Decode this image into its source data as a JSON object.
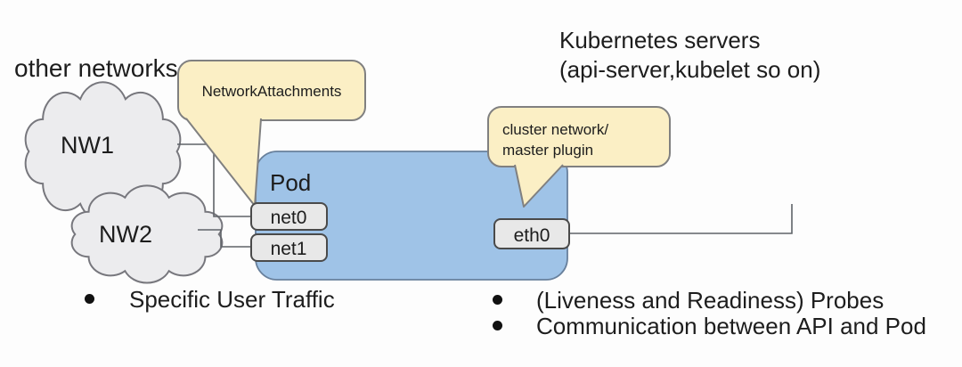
{
  "labels": {
    "other_networks": "other networks",
    "kubernetes_servers_line1": "Kubernetes servers",
    "kubernetes_servers_line2": "(api-server,kubelet so on)"
  },
  "clouds": {
    "nw1_label": "NW1",
    "nw2_label": "NW2"
  },
  "pod": {
    "title": "Pod",
    "interfaces": {
      "net0": "net0",
      "net1": "net1",
      "eth0": "eth0"
    }
  },
  "callouts": {
    "network_attachments": "NetworkAttachments",
    "cluster_network_line1": "cluster network/",
    "cluster_network_line2": "master plugin"
  },
  "bullets": {
    "left": [
      "Specific User Traffic"
    ],
    "right": [
      "(Liveness and Readiness) Probes",
      "Communication between API and Pod"
    ]
  },
  "colors": {
    "pod_fill": "#9fc3e7",
    "pod_stroke": "#68809c",
    "cloud_fill": "#ececee",
    "cloud_stroke": "#77777d",
    "callout_fill": "#fbefc5",
    "callout_stroke": "#808080",
    "interface_box_fill": "#e8e8e8",
    "interface_box_stroke": "#4a4a4a",
    "connector_line": "#5f6368",
    "text": "#1d1d1d",
    "background": "#fdfdfd"
  }
}
